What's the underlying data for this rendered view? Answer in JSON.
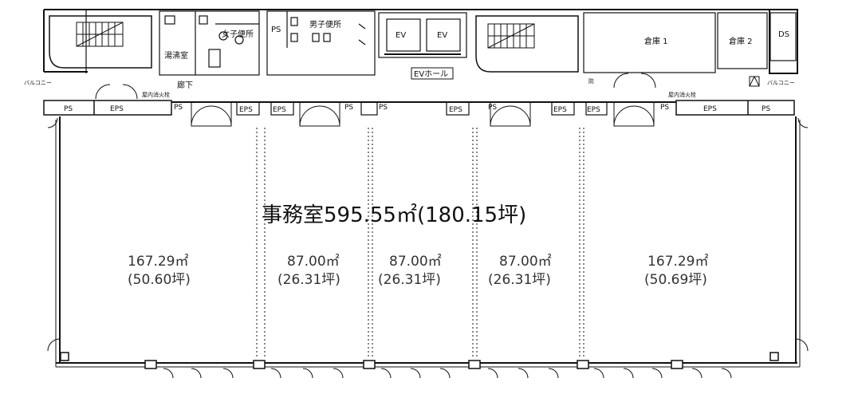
{
  "title": "事務室595.55㎡(180.15坪)",
  "sections": [
    {
      "area": "167.29㎡",
      "tsubo": "(50.60坪)"
    },
    {
      "area": "87.00㎡",
      "tsubo": "(26.31坪)"
    },
    {
      "area": "87.00㎡",
      "tsubo": "(26.31坪)"
    },
    {
      "area": "87.00㎡",
      "tsubo": "(26.31坪)"
    },
    {
      "area": "167.29㎡",
      "tsubo": "(50.69坪)"
    }
  ],
  "rooms": {
    "kitchen": "湯沸室",
    "womens_wc": "女子便所",
    "mens_wc": "男子便所",
    "ps_top": "PS",
    "ev1": "EV",
    "ev2": "EV",
    "storage1": "倉庫 1",
    "storage2": "倉庫 2",
    "ds": "DS",
    "corridor": "廊下",
    "ev_hall": "EVホール",
    "balcony_left": "バルコニー",
    "balcony_right": "バルコニー",
    "hydrant_left": "屋内消火栓",
    "hydrant_right": "屋内消火栓",
    "sign": "防"
  },
  "shaft_labels": {
    "ps_left": "PS",
    "eps_left": "EPS",
    "ps_right": "PS",
    "eps_right": "EPS",
    "ps_a": "PS",
    "eps_a": "EPS",
    "eps_b": "EPS",
    "ps_b": "PS",
    "ps_c": "PS",
    "eps_c": "EPS",
    "ps_d": "PS",
    "eps_d": "EPS",
    "eps_e": "EPS",
    "ps_e": "PS"
  }
}
